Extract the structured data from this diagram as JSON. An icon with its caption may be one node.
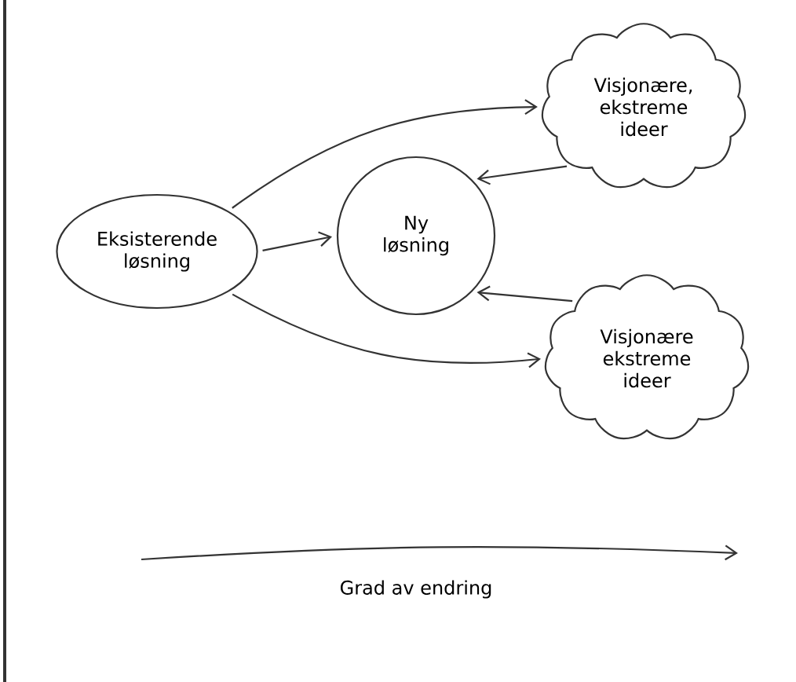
{
  "diagram": {
    "nodes": [
      {
        "text": [
          "Eksisterende løsning"
        ]
      },
      {
        "text": [
          "Ny løsning"
        ]
      },
      {
        "text": [
          "Visjonære, ekstreme ideer"
        ]
      },
      {
        "text": [
          "Visjonære ekstreme ideer"
        ]
      }
    ],
    "edges": [
      {
        "from": 0,
        "to": 2,
        "arrow": "to"
      },
      {
        "from": 2,
        "to": 1,
        "arrow": "to"
      },
      {
        "from": 0,
        "to": 1,
        "arrow": "to"
      },
      {
        "from": 0,
        "to": 3,
        "arrow": "to"
      },
      {
        "from": 3,
        "to": 1,
        "arrow": "to"
      }
    ],
    "labels": [
      "Grad av endring"
    ]
  }
}
